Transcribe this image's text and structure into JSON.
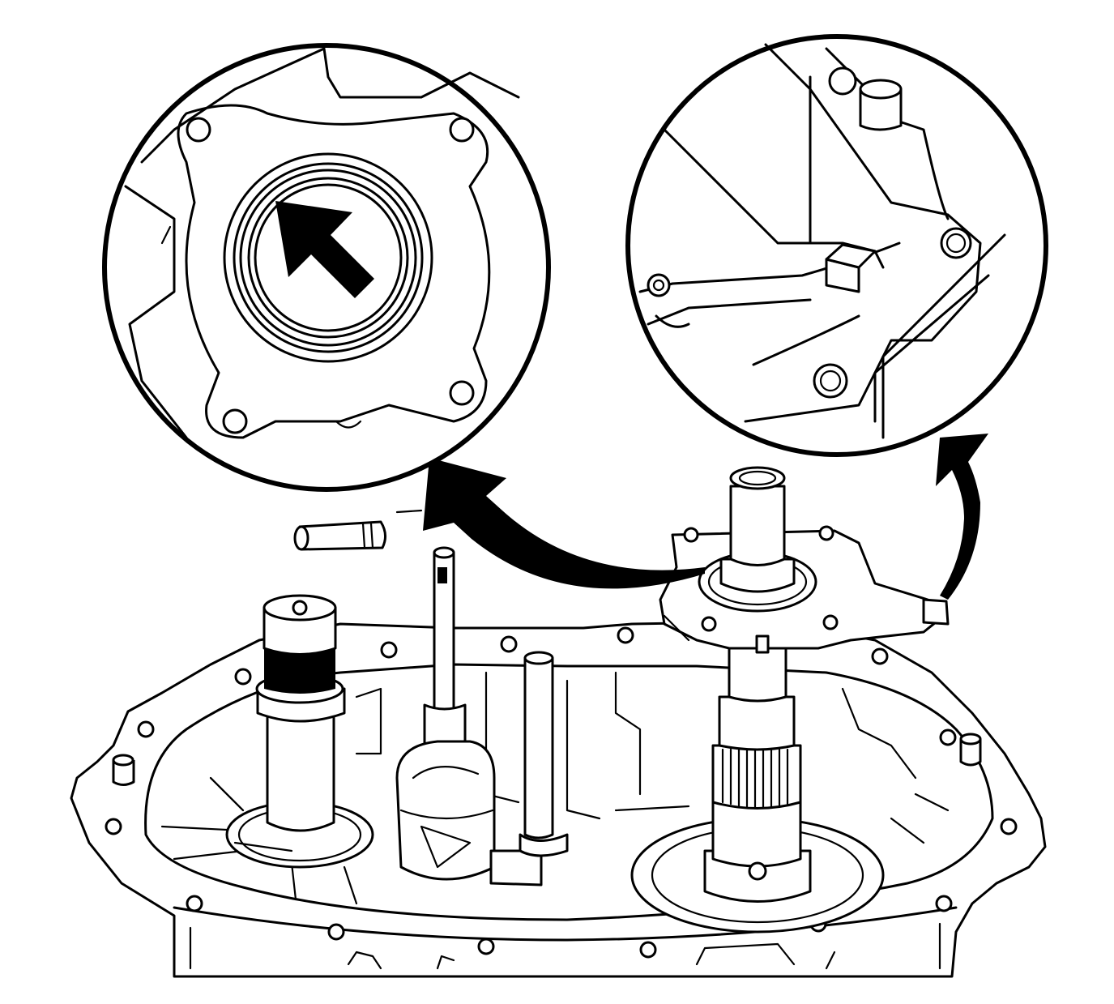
{
  "figure": {
    "kind": "line illustration",
    "colors": {
      "line": "#000000",
      "background": "#ffffff"
    },
    "arrow_icon": "arrow-icon",
    "detail_views": 2,
    "leader_arrows": 2
  }
}
